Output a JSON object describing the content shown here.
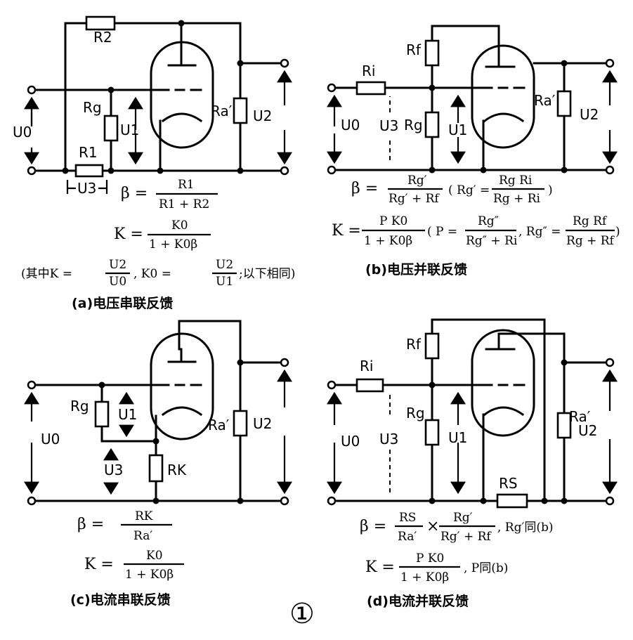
{
  "figure_number": "①",
  "panels": {
    "a": {
      "caption": "(a)电压串联反馈",
      "labels": {
        "r2": "R2",
        "r1": "R1",
        "rg": "Rg",
        "ra": "Ra′",
        "u0": "U0",
        "u1": "U1",
        "u2": "U2",
        "u3": "U3"
      },
      "beta_lhs": "β =",
      "beta_num": "R1",
      "beta_den": "R1 + R2",
      "k_lhs": "K =",
      "k_num": "K0",
      "k_den": "1 + K0β",
      "note_prefix": "(其中K =",
      "note_f1_num": "U2",
      "note_f1_den": "U0",
      "note_mid": ", K0 =",
      "note_f2_num": "U2",
      "note_f2_den": "U1",
      "note_suffix": ";以下相同)"
    },
    "b": {
      "caption": "(b)电压并联反馈",
      "labels": {
        "rf": "Rf",
        "ri": "Ri",
        "rg": "Rg",
        "ra": "Ra′",
        "u0": "U0",
        "u1": "U1",
        "u2": "U2",
        "u3": "U3"
      },
      "beta_lhs": "β =",
      "beta_num": "Rg′",
      "beta_den": "Rg′ + Rf",
      "beta_paren_lhs": "( Rg′ =",
      "beta_paren_num": "Rg Ri",
      "beta_paren_den": "Rg + Ri",
      "beta_paren_close": ")",
      "k_lhs": "K =",
      "k_num": "P K0",
      "k_den": "1 + K0β",
      "p_lhs": "( P =",
      "p_num": "Rg″",
      "p_den": "Rg″ + Ri",
      "rg2_lhs": ", Rg″ =",
      "rg2_num": "Rg Rf",
      "rg2_den": "Rg + Rf",
      "p_close": ")"
    },
    "c": {
      "caption": "(c)电流串联反馈",
      "labels": {
        "rg": "Rg",
        "rk": "RK",
        "ra": "Ra′",
        "u0": "U0",
        "u1": "U1",
        "u2": "U2",
        "u3": "U3"
      },
      "beta_lhs": "β =",
      "beta_num": "RK",
      "beta_den": "Ra′",
      "k_lhs": "K =",
      "k_num": "K0",
      "k_den": "1 + K0β"
    },
    "d": {
      "caption": "(d)电流并联反馈",
      "labels": {
        "rf": "Rf",
        "ri": "Ri",
        "rg": "Rg",
        "ra": "Ra′",
        "rs": "RS",
        "u0": "U0",
        "u1": "U1",
        "u2": "U2",
        "u3": "U3"
      },
      "beta_lhs": "β =",
      "beta_f1_num": "RS",
      "beta_f1_den": "Ra′",
      "times": "×",
      "beta_f2_num": "Rg′",
      "beta_f2_den": "Rg′ + Rf",
      "beta_tail": ",  Rg′同(b)",
      "k_lhs": "K =",
      "k_num": "P K0",
      "k_den": "1 + K0β",
      "k_tail": ",  P同(b)"
    }
  }
}
